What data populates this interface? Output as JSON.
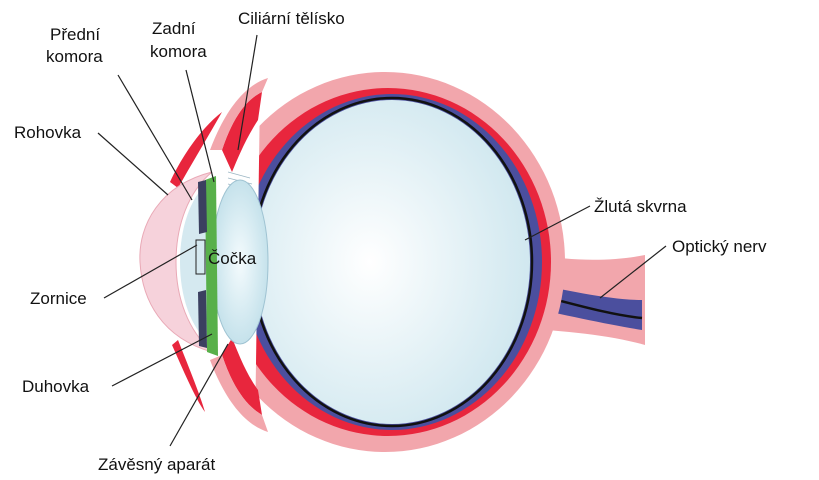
{
  "labels": {
    "predni_komora_line1": "Přední",
    "predni_komora_line2": "komora",
    "zadni_komora_line1": "Zadní",
    "zadni_komora_line2": "komora",
    "ciliarni_telisko": "Ciliární tělísko",
    "rohovka": "Rohovka",
    "cocka": "Čočka",
    "zornice": "Zornice",
    "duhovka": "Duhovka",
    "zavesny_aparat": "Závěsný aparát",
    "zluta_skvrna": "Žlutá skvrna",
    "opticky_nerv": "Optický nerv"
  },
  "colors": {
    "sclera": "#f2a6ac",
    "choroid": "#e8263d",
    "retina": "#4b4f9e",
    "vitreous": "#dff0f5",
    "cornea": "#f6d2db",
    "lens": "#d6ecf3",
    "iris": "#58b04a",
    "ciliary": "#e8263d"
  }
}
